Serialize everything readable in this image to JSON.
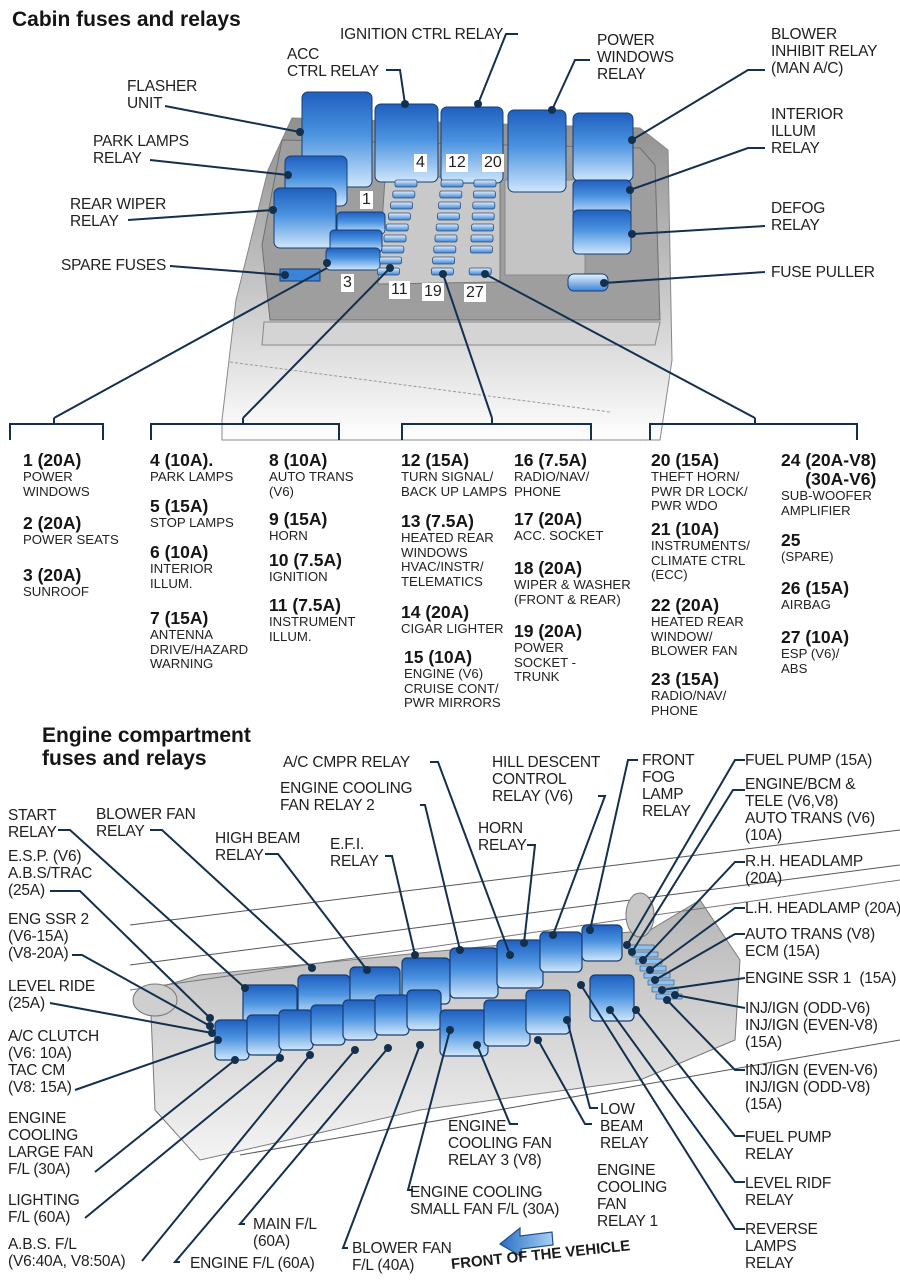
{
  "cabin": {
    "title": "Cabin fuses and relays",
    "callouts": {
      "ignition_ctrl_relay": "IGNITION CTRL RELAY",
      "acc_ctrl_relay": "ACC\nCTRL RELAY",
      "power_windows_relay": "POWER\nWINDOWS\nRELAY",
      "blower_inhibit_relay": "BLOWER\nINHIBIT RELAY\n(MAN A/C)",
      "flasher_unit": "FLASHER\nUNIT",
      "park_lamps_relay": "PARK LAMPS\nRELAY",
      "interior_illum_relay": "INTERIOR\nILLUM\nRELAY",
      "rear_wiper_relay": "REAR WIPER\nRELAY",
      "defog_relay": "DEFOG\nRELAY",
      "spare_fuses": "SPARE FUSES",
      "fuse_puller": "FUSE PULLER"
    },
    "box_numbers": [
      "1",
      "3",
      "4",
      "12",
      "20",
      "11",
      "19",
      "27"
    ],
    "fuses": [
      {
        "num": "1 (20A)",
        "desc": "POWER\nWINDOWS"
      },
      {
        "num": "2 (20A)",
        "desc": "POWER SEATS"
      },
      {
        "num": "3 (20A)",
        "desc": "SUNROOF"
      },
      {
        "num": "4 (10A).",
        "desc": "PARK LAMPS"
      },
      {
        "num": "5 (15A)",
        "desc": "STOP LAMPS"
      },
      {
        "num": "6 (10A)",
        "desc": "INTERIOR\nILLUM."
      },
      {
        "num": "7 (15A)",
        "desc": "ANTENNA\nDRIVE/HAZARD\nWARNING"
      },
      {
        "num": "8 (10A)",
        "desc": "AUTO TRANS\n(V6)"
      },
      {
        "num": "9 (15A)",
        "desc": "HORN"
      },
      {
        "num": "10 (7.5A)",
        "desc": "IGNITION"
      },
      {
        "num": "11 (7.5A)",
        "desc": "INSTRUMENT\nILLUM."
      },
      {
        "num": "12 (15A)",
        "desc": "TURN SIGNAL/\nBACK UP LAMPS"
      },
      {
        "num": "13 (7.5A)",
        "desc": "HEATED REAR\nWINDOWS\nHVAC/INSTR/\nTELEMATICS"
      },
      {
        "num": "14 (20A)",
        "desc": "CIGAR LIGHTER"
      },
      {
        "num": "15 (10A)",
        "desc": "ENGINE (V6)\nCRUISE CONT/\nPWR MIRRORS"
      },
      {
        "num": "16 (7.5A)",
        "desc": "RADIO/NAV/\nPHONE"
      },
      {
        "num": "17 (20A)",
        "desc": "ACC. SOCKET"
      },
      {
        "num": "18 (20A)",
        "desc": "WIPER & WASHER\n(FRONT & REAR)"
      },
      {
        "num": "19 (20A)",
        "desc": "POWER\nSOCKET -\nTRUNK"
      },
      {
        "num": "20 (15A)",
        "desc": "THEFT HORN/\nPWR DR LOCK/\nPWR WDO"
      },
      {
        "num": "21 (10A)",
        "desc": "INSTRUMENTS/\nCLIMATE CTRL\n(ECC)"
      },
      {
        "num": "22 (20A)",
        "desc": "HEATED REAR\nWINDOW/\nBLOWER FAN"
      },
      {
        "num": "23 (15A)",
        "desc": "RADIO/NAV/\nPHONE"
      },
      {
        "num": "24 (20A-V8)\n     (30A-V6)",
        "desc": "SUB-WOOFER\nAMPLIFIER"
      },
      {
        "num": "25",
        "desc": "(SPARE)"
      },
      {
        "num": "26 (15A)",
        "desc": "AIRBAG"
      },
      {
        "num": "27 (10A)",
        "desc": "ESP (V6)/\nABS"
      }
    ]
  },
  "engine": {
    "title": "Engine compartment\nfuses and relays",
    "callouts": {
      "ac_cmpr_relay": "A/C CMPR RELAY",
      "engine_cooling_fan_relay_2": "ENGINE COOLING\nFAN RELAY 2",
      "hill_descent_relay": "HILL DESCENT\nCONTROL\nRELAY (V6)",
      "front_fog_lamp_relay": "FRONT\nFOG\nLAMP\nRELAY",
      "fuel_pump_15a": "FUEL PUMP (15A)",
      "engine_bcm": "ENGINE/BCM &\nTELE (V6,V8)\nAUTO TRANS (V6)\n(10A)",
      "start_relay": "START\nRELAY",
      "blower_fan_relay": "BLOWER FAN\nRELAY",
      "high_beam_relay": "HIGH BEAM\nRELAY",
      "efi_relay": "E.F.I.\nRELAY",
      "horn_relay": "HORN\nRELAY",
      "rh_headlamp": "R.H. HEADLAMP\n(20A)",
      "esp_abs_trac": "E.S.P. (V6)\nA.B.S/TRAC\n(25A)",
      "lh_headlamp": "L.H. HEADLAMP (20A)",
      "eng_ssr_2": "ENG SSR 2\n(V6-15A)\n(V8-20A)",
      "auto_trans_v8": "AUTO TRANS (V8)\nECM (15A)",
      "level_ride": "LEVEL RIDE\n(25A)",
      "engine_ssr_1": "ENGINE SSR 1  (15A)",
      "ac_clutch": "A/C CLUTCH\n(V6: 10A)\nTAC CM\n(V8: 15A)",
      "inj_ign_odd_v6": "INJ/IGN (ODD-V6)\nINJ/IGN (EVEN-V8)\n(15A)",
      "inj_ign_even_v6": "INJ/IGN (EVEN-V6)\nINJ/IGN (ODD-V8)\n(15A)",
      "engine_cooling_large_fan": "ENGINE\nCOOLING\nLARGE FAN\nF/L (30A)",
      "low_beam_relay": "LOW\nBEAM\nRELAY",
      "fuel_pump_relay": "FUEL PUMP\nRELAY",
      "engine_cooling_fan_relay_3": "ENGINE\nCOOLING FAN\nRELAY 3 (V8)",
      "lighting_fl": "LIGHTING\nF/L (60A)",
      "engine_cooling_fan_relay_1": "ENGINE\nCOOLING\nFAN\nRELAY 1",
      "level_ride_relay": "LEVEL RIDF\nRELAY",
      "engine_cooling_small_fan": "ENGINE COOLING\nSMALL FAN F/L (30A)",
      "main_fl": "MAIN F/L\n(60A)",
      "reverse_lamps_relay": "REVERSE\nLAMPS\nRELAY",
      "abs_fl": "A.B.S. F/L\n(V6:40A, V8:50A)",
      "engine_fl": "ENGINE F/L (60A)",
      "blower_fan_fl": "BLOWER FAN\nF/L (40A)"
    },
    "front_of_vehicle": "FRONT OF THE VEHICLE"
  },
  "colors": {
    "relay_blue": "#2f74d0",
    "relay_light": "#9cc8f2",
    "leader_line": "#13304f",
    "housing_gray": "#a9a9a9",
    "arrow_blue": "#3a86d6"
  }
}
